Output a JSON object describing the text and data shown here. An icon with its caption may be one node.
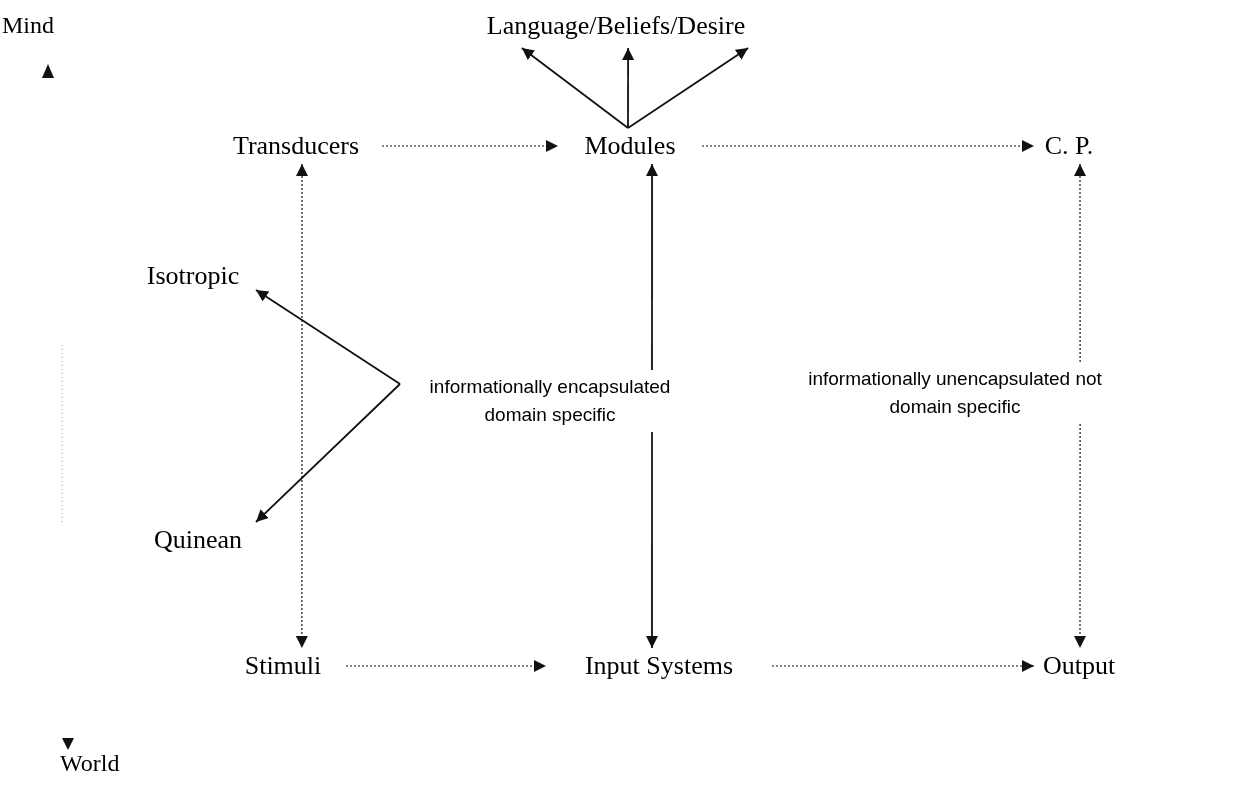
{
  "diagram": {
    "nodes": [
      {
        "text": [
          "Language/Beliefs/Desire"
        ]
      },
      {
        "text": [
          "Transducers"
        ]
      },
      {
        "text": [
          "Modules"
        ]
      },
      {
        "text": [
          "C. P."
        ]
      },
      {
        "text": [
          "Isotropic"
        ]
      },
      {
        "text": [
          "informationally encapsulated domain specific"
        ]
      },
      {
        "text": [
          "informationally unencapsulated not domain specific"
        ]
      },
      {
        "text": [
          "Quinean"
        ]
      },
      {
        "text": [
          "Stimuli"
        ]
      },
      {
        "text": [
          "Input Systems"
        ]
      },
      {
        "text": [
          "Output"
        ]
      }
    ],
    "edges": [
      {
        "from": 2,
        "to": 0,
        "arrow": "to"
      },
      {
        "from": 2,
        "to": 0,
        "arrow": "to"
      },
      {
        "from": 2,
        "to": 0,
        "arrow": "to"
      },
      {
        "from": 1,
        "to": 2,
        "arrow": "to",
        "style": "dashed"
      },
      {
        "from": 2,
        "to": 3,
        "arrow": "to",
        "style": "dashed"
      },
      {
        "from": 1,
        "to": 8,
        "arrow": "both",
        "style": "dashed"
      },
      {
        "from": 5,
        "to": 4,
        "arrow": "to"
      },
      {
        "from": 5,
        "to": 7,
        "arrow": "to"
      },
      {
        "from": 5,
        "to": 2,
        "arrow": "to"
      },
      {
        "from": 5,
        "to": 9,
        "arrow": "to"
      },
      {
        "from": 6,
        "to": 3,
        "arrow": "to",
        "style": "dashed"
      },
      {
        "from": 6,
        "to": 10,
        "arrow": "to",
        "style": "dashed"
      },
      {
        "from": 8,
        "to": 9,
        "arrow": "to",
        "style": "dashed"
      },
      {
        "from": 9,
        "to": 10,
        "arrow": "to",
        "style": "dashed"
      }
    ],
    "labels": [
      "Mind",
      "World"
    ]
  }
}
